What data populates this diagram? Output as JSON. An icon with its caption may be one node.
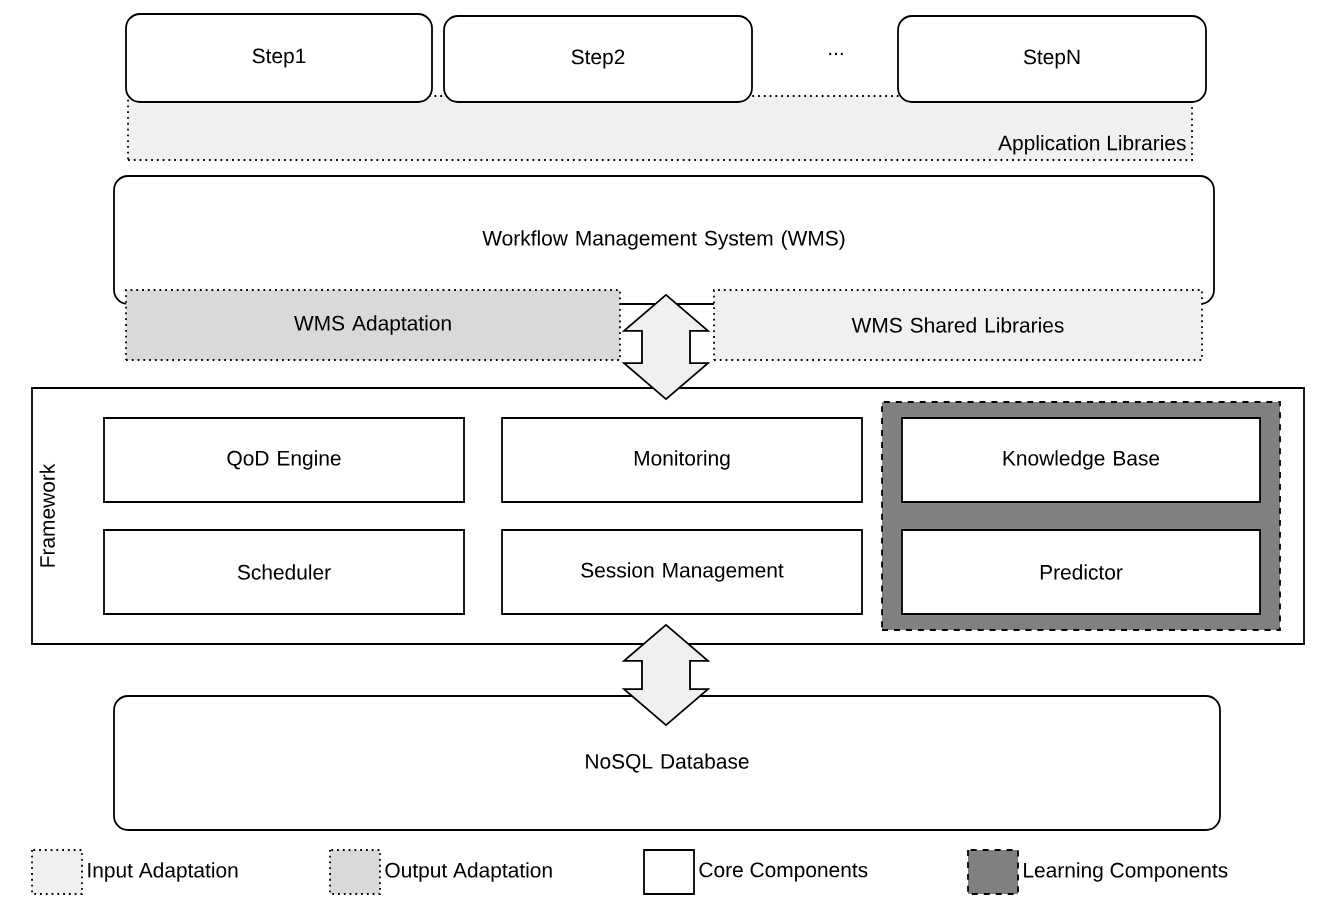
{
  "diagram": {
    "nodes": [
      {
        "text": [
          "Step1"
        ]
      },
      {
        "text": [
          "Step2"
        ]
      },
      {
        "text": [
          "StepN"
        ]
      },
      {
        "text": [
          "Application Libraries"
        ]
      },
      {
        "text": [
          "Workflow Management System (WMS)"
        ]
      },
      {
        "text": [
          "WMS Adaptation"
        ]
      },
      {
        "text": [
          "WMS Shared Libraries"
        ]
      },
      {
        "text": [
          "Framework"
        ]
      },
      {
        "text": [
          "QoD Engine"
        ],
        "in": 7
      },
      {
        "text": [
          "Monitoring"
        ],
        "in": 7
      },
      {
        "text": [],
        "shape": "box",
        "in": 7
      },
      {
        "text": [
          "Knowledge Base"
        ],
        "in": 10
      },
      {
        "text": [
          "Scheduler"
        ],
        "in": 7
      },
      {
        "text": [
          "Session Management"
        ],
        "in": 7
      },
      {
        "text": [
          "Predictor"
        ],
        "in": 10
      },
      {
        "text": [
          "NoSQL Database"
        ]
      }
    ],
    "edges": [
      {
        "from": 4,
        "to": 7,
        "arrow": "both"
      },
      {
        "from": 7,
        "to": 15,
        "arrow": "both"
      }
    ],
    "labels": [
      "..."
    ],
    "legend": [
      {
        "text": "Input Adaptation",
        "color": "#f0f0f0"
      },
      {
        "text": "Output Adaptation",
        "color": "#d9d9d9"
      },
      {
        "text": "Core Components"
      },
      {
        "text": "Learning Components",
        "color": "#808080"
      }
    ]
  }
}
